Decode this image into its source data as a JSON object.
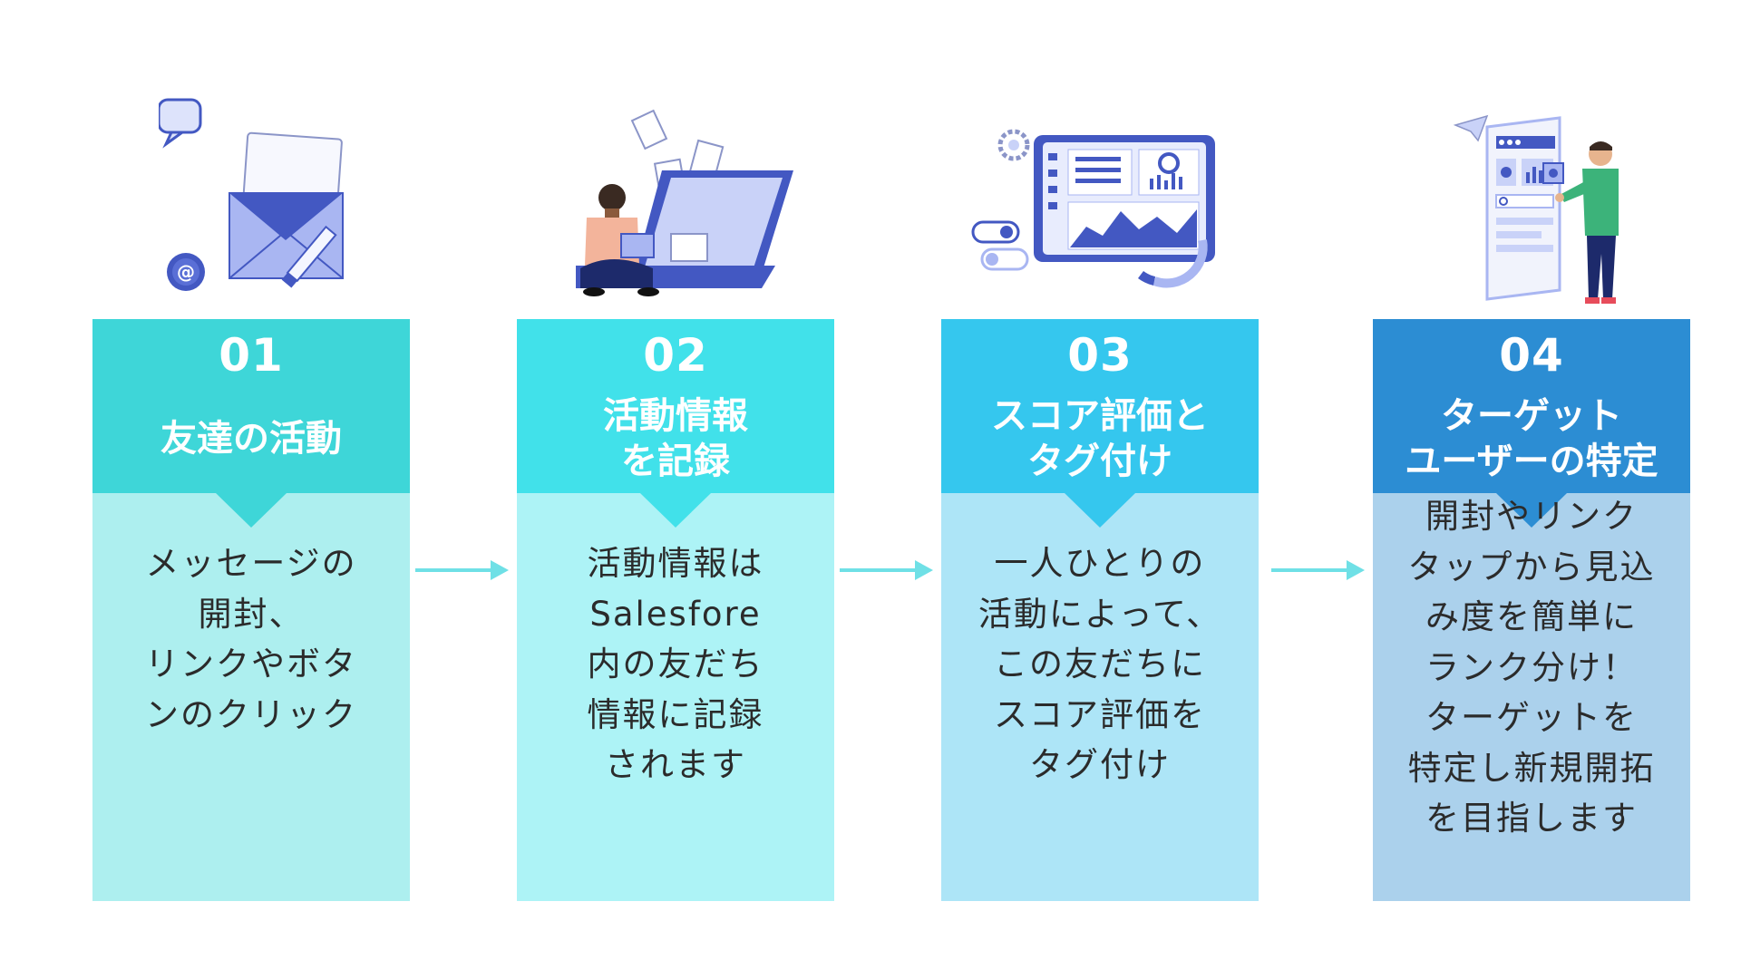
{
  "steps": [
    {
      "number": "01",
      "title": "友達の活動",
      "description": "メッセージの\n開封、\nリンクやボタ\nンのクリック",
      "illustration": "envelope-email-icon"
    },
    {
      "number": "02",
      "title": "活動情報\nを記録",
      "description": "活動情報は\nSalesfore\n内の友だち\n情報に記録\nされます",
      "illustration": "person-laptop-documents-icon"
    },
    {
      "number": "03",
      "title": "スコア評価と\nタグ付け",
      "description": "一人ひとりの\n活動によって、\nこの友だちに\nスコア評価を\nタグ付け",
      "illustration": "analytics-dashboard-icon"
    },
    {
      "number": "04",
      "title": "ターゲット\nユーザーの特定",
      "description": "開封やリンク\nタップから見込\nみ度を簡単に\nランク分け！\nターゲットを\n特定し新規開拓\nを目指します",
      "illustration": "person-web-screen-icon"
    }
  ],
  "colors": {
    "step1_header": "#3ED6D8",
    "step1_body": "#ADEFEF",
    "step2_header": "#41E1EA",
    "step2_body": "#ADF3F6",
    "step3_header": "#35C7EE",
    "step3_body": "#ADE5F7",
    "step4_header": "#2C8DD3",
    "step4_body": "#ABD1EC",
    "arrow": "#6FE0E6",
    "illustration_primary": "#4358C2",
    "illustration_light": "#A9B6F2"
  }
}
